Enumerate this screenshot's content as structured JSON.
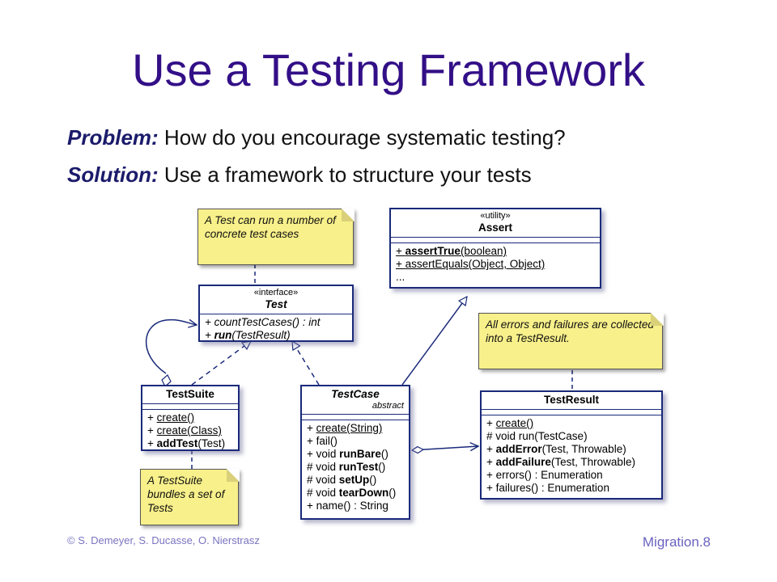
{
  "title": "Use a Testing Framework",
  "problem": {
    "label": "Problem:",
    "text": " How do you encourage systematic testing?"
  },
  "solution": {
    "label": "Solution:",
    "text": " Use a framework to structure your tests"
  },
  "notes": {
    "test": "A Test can run a number of concrete test cases",
    "result": "All errors and failures are collected into a TestResult.",
    "suite": "A TestSuite bundles a set of Tests"
  },
  "assert": {
    "stereotype": "«utility»",
    "name": "Assert",
    "methods": [
      {
        "prefix": "+ ",
        "bold": "assertTrue",
        "rest": "(boolean)"
      },
      {
        "prefix": "+ ",
        "bold": "",
        "rest": "assertEquals(Object, Object)"
      },
      {
        "prefix": "",
        "bold": "",
        "rest": "..."
      }
    ]
  },
  "test": {
    "stereotype": "«interface»",
    "name": "Test",
    "methods": [
      {
        "prefix": "+ ",
        "bold": "",
        "rest": "countTestCases() : int"
      },
      {
        "prefix": "+ ",
        "bold": "run",
        "rest": "(TestResult)"
      }
    ]
  },
  "testsuite": {
    "name": "TestSuite",
    "methods": [
      {
        "prefix": "+ ",
        "bold": "",
        "rest": "create()"
      },
      {
        "prefix": "+ ",
        "bold": "",
        "rest": "create(Class)"
      },
      {
        "prefix": "+ ",
        "bold": "addTest",
        "rest": "(Test)"
      }
    ]
  },
  "testcase": {
    "name": "TestCase",
    "modifier": "abstract",
    "methods": [
      {
        "prefix": "+ ",
        "bold": "",
        "rest": "create(String)"
      },
      {
        "prefix": "+ ",
        "bold": "",
        "rest": "fail()"
      },
      {
        "prefix": "+ void ",
        "bold": "runBare",
        "rest": "()"
      },
      {
        "prefix": "# void ",
        "bold": "runTest",
        "rest": "()"
      },
      {
        "prefix": "# void ",
        "bold": "setUp",
        "rest": "()"
      },
      {
        "prefix": "# void ",
        "bold": "tearDown",
        "rest": "()"
      },
      {
        "prefix": "+ ",
        "bold": "",
        "rest": "name() : String"
      }
    ]
  },
  "testresult": {
    "name": "TestResult",
    "methods": [
      {
        "prefix": "+ ",
        "bold": "",
        "rest": "create()"
      },
      {
        "prefix": "# ",
        "bold": "",
        "rest": "void run(TestCase)"
      },
      {
        "prefix": "+ ",
        "bold": "addError",
        "rest": "(Test, Throwable)"
      },
      {
        "prefix": "+ ",
        "bold": "addFailure",
        "rest": "(Test, Throwable)"
      },
      {
        "prefix": "+ ",
        "bold": "",
        "rest": "errors() : Enumeration"
      },
      {
        "prefix": "+ ",
        "bold": "",
        "rest": "failures() : Enumeration"
      }
    ]
  },
  "footer": {
    "authors": "© S. Demeyer, S. Ducasse, O. Nierstrasz",
    "slide": "Migration.8"
  },
  "colors": {
    "title": "#330f87",
    "note": "#f8f08a",
    "border": "#1a2a7a"
  }
}
